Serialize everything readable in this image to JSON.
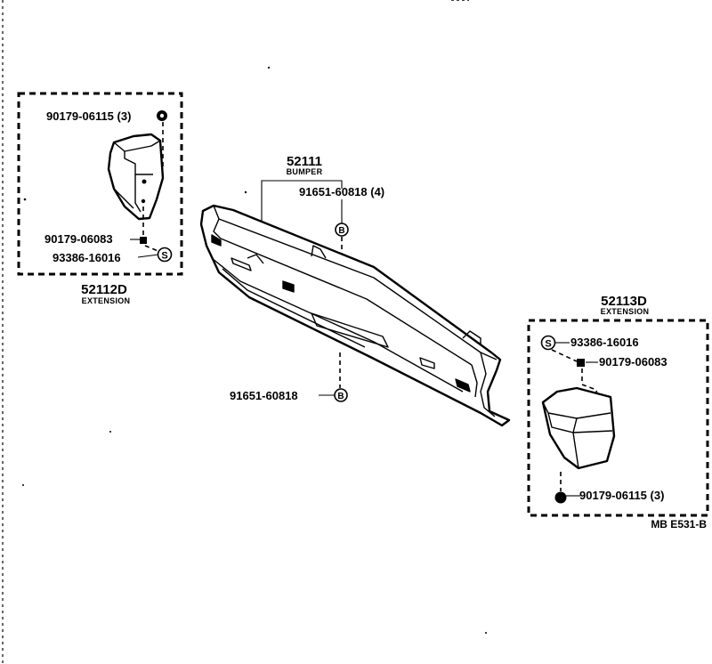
{
  "labels": {
    "bumper_number": "52111",
    "bumper_name": "BUMPER",
    "left_ext_number": "52112D",
    "left_ext_name": "EXTENSION",
    "right_ext_number": "52113D",
    "right_ext_name": "EXTENSION"
  },
  "parts": {
    "left_screw_top": "90179-06115 (3)",
    "left_nut": "90179-06083",
    "left_spacer": "93386-16016",
    "bumper_bolt_top": "91651-60818 (4)",
    "bumper_bolt_bottom": "91651-60818",
    "right_spacer": "93386-16016",
    "right_nut": "90179-06083",
    "right_screw_bottom": "90179-06115 (3)"
  },
  "symbols": {
    "spacer": "S",
    "bolt": "B"
  },
  "figure_code": "MB E531-B"
}
